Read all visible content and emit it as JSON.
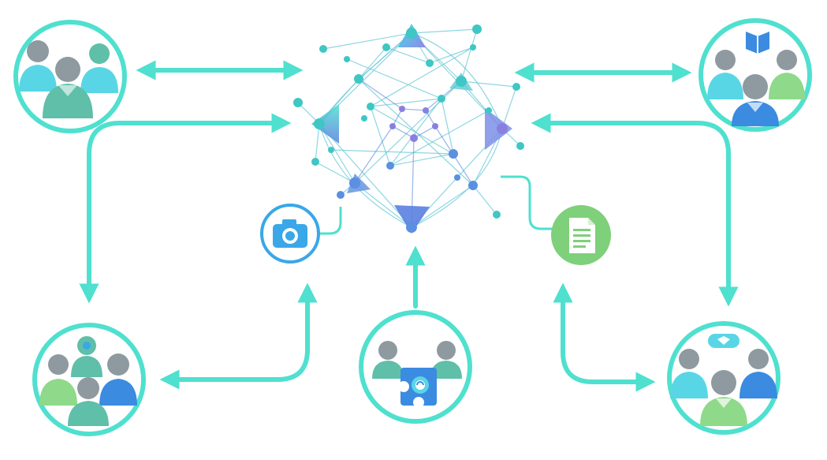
{
  "diagram": {
    "hub": {
      "icon": "neural-network-hub-icon"
    },
    "groups": [
      {
        "id": "top-left",
        "icon": "user-group-icon"
      },
      {
        "id": "top-right",
        "icon": "user-group-with-book-icon"
      },
      {
        "id": "bottom-left",
        "icon": "user-group-icon"
      },
      {
        "id": "bottom-center",
        "icon": "user-pair-with-puzzle-icon"
      },
      {
        "id": "bottom-right",
        "icon": "user-group-with-presentation-icon"
      }
    ],
    "media": [
      {
        "id": "camera",
        "icon": "camera-icon"
      },
      {
        "id": "document",
        "icon": "document-icon"
      }
    ],
    "connections": [
      {
        "from": "top-left",
        "to": "hub",
        "direction": "both"
      },
      {
        "from": "top-right",
        "to": "hub",
        "direction": "both"
      },
      {
        "from": "hub",
        "to": "bottom-left",
        "direction": "both"
      },
      {
        "from": "hub",
        "to": "bottom-right",
        "direction": "both"
      },
      {
        "from": "bottom-left",
        "to": "camera",
        "direction": "both"
      },
      {
        "from": "bottom-right",
        "to": "document",
        "direction": "both"
      },
      {
        "from": "bottom-center",
        "to": "hub",
        "direction": "one-way"
      }
    ],
    "colors": {
      "accent": "#4fe0cf",
      "camera": "#3aa7e8",
      "document": "#7ed07a",
      "person_gray": "#8e9aa0",
      "person_teal": "#5fbfa9",
      "person_cyan": "#58d6e6",
      "person_blue": "#3b8be0",
      "person_green": "#8ed98a",
      "hub_violet": "#8a7fe0"
    }
  }
}
